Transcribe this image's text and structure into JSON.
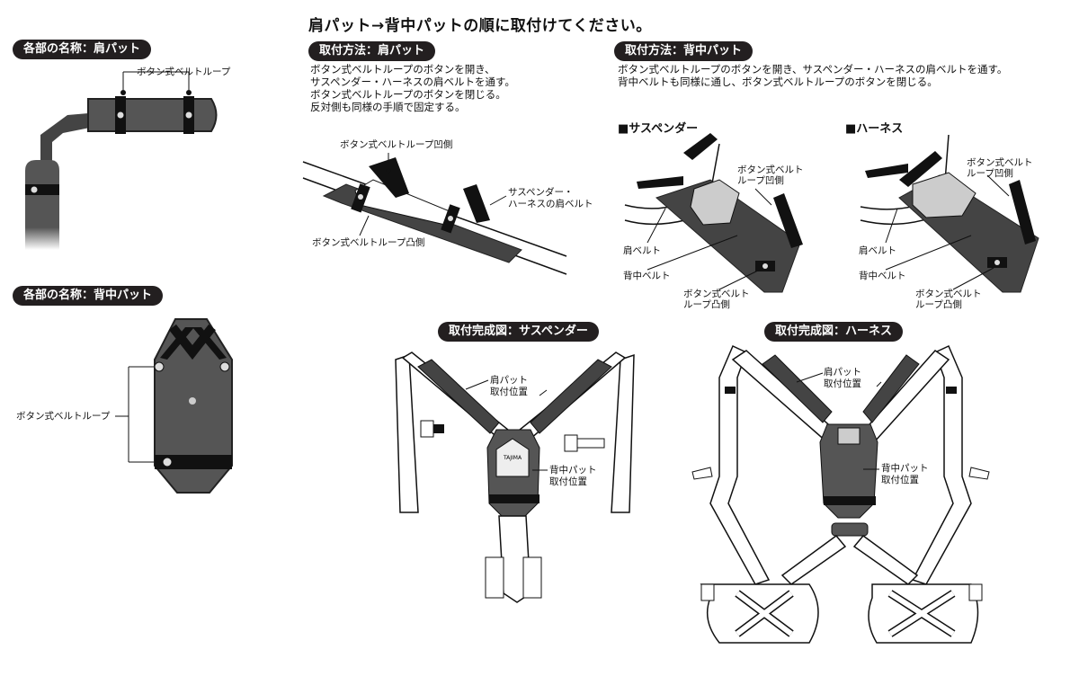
{
  "main_title": "肩パット→背中パットの順に取付けてください。",
  "sections": {
    "parts_shoulder": {
      "pill": "各部の名称：肩パット",
      "loop_label": "ボタン式ベルトループ"
    },
    "parts_back": {
      "pill": "各部の名称：背中パット",
      "loop_label": "ボタン式ベルトループ"
    },
    "method_shoulder": {
      "pill": "取付方法：肩パット",
      "lines": [
        "ボタン式ベルトループのボタンを開き、",
        "サスペンダー・ハーネスの肩ベルトを通す。",
        "ボタン式ベルトループのボタンを閉じる。",
        "反対側も同様の手順で固定する。"
      ],
      "label_concave": "ボタン式ベルトループ凹側",
      "label_belt_1": "サスペンダー・",
      "label_belt_2": "ハーネスの肩ベルト",
      "label_convex": "ボタン式ベルトループ凸側"
    },
    "method_back": {
      "pill": "取付方法：背中パット",
      "lines": [
        "ボタン式ベルトループのボタンを開き、サスペンダー・ハーネスの肩ベルトを通す。",
        "背中ベルトも同様に通し、ボタン式ベルトループのボタンを閉じる。"
      ],
      "suspender_heading": "■サスペンダー",
      "harness_heading": "■ハーネス",
      "label_concave_1": "ボタン式ベルト",
      "label_concave_2": "ループ凹側",
      "label_shoulder_belt": "肩ベルト",
      "label_back_belt": "背中ベルト",
      "label_convex_1": "ボタン式ベルト",
      "label_convex_2": "ループ凸側"
    },
    "complete_suspender": {
      "pill": "取付完成図：サスペンダー",
      "shoulder_1": "肩パット",
      "shoulder_2": "取付位置",
      "back_1": "背中パット",
      "back_2": "取付位置",
      "logo": "TAJIMA"
    },
    "complete_harness": {
      "pill": "取付完成図：ハーネス",
      "shoulder_1": "肩パット",
      "shoulder_2": "取付位置",
      "back_1": "背中パット",
      "back_2": "取付位置"
    }
  }
}
